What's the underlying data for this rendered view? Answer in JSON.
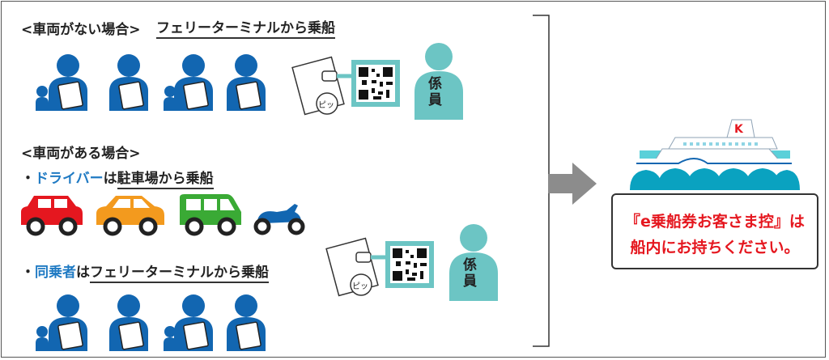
{
  "no_vehicle": {
    "heading": "<車両がない場合>",
    "boarding": "フェリーターミナルから乗船"
  },
  "with_vehicle": {
    "heading": "<車両がある場合>",
    "bullet": "・",
    "driver_label": "ドライバー",
    "driver_wa": "は",
    "driver_boarding": "駐車場から乗船",
    "companion_label": "同乗者",
    "companion_wa": "は",
    "companion_boarding": "フェリーターミナルから乗船"
  },
  "scan": {
    "beep": "ピッ",
    "staff_line1": "係",
    "staff_line2": "員"
  },
  "notice": {
    "line1": "『e乗船券お客さま控』は",
    "line2": "船内にお持ちください。"
  },
  "colors": {
    "person": "#1266b1",
    "staff": "#6cc5c4",
    "notice_text": "#e5171f",
    "arrow": "#8c8c8c",
    "car_red": "#e5171f",
    "car_orange": "#f39a1e",
    "car_green": "#3aaa35",
    "motorbike": "#1266b1"
  }
}
